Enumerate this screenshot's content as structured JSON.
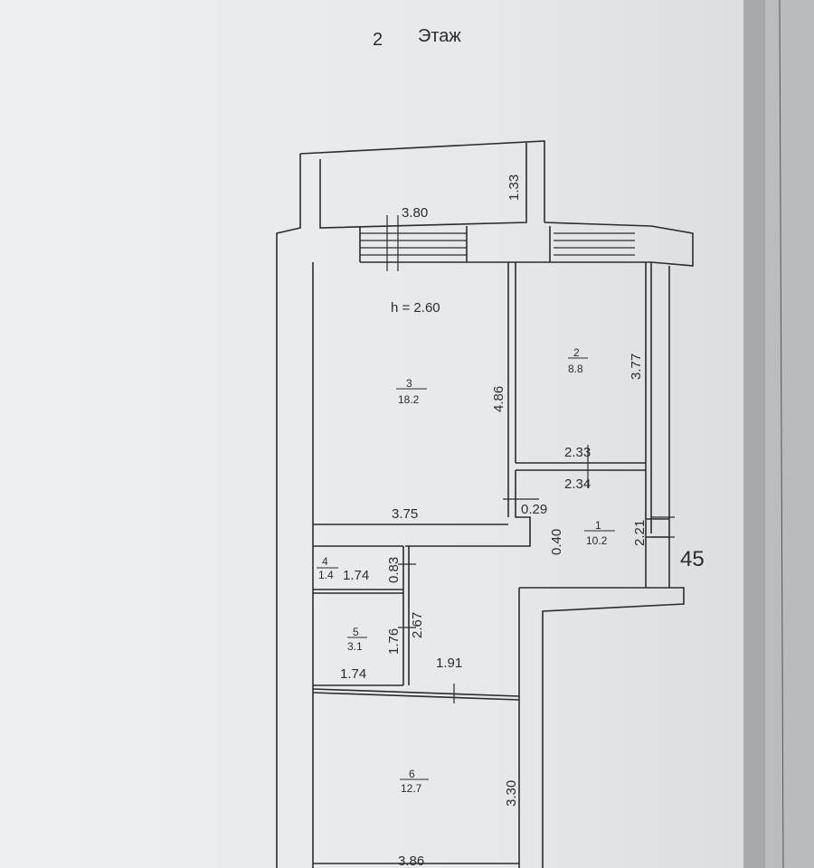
{
  "header": {
    "floor_number": "2",
    "floor_word": "Этаж"
  },
  "ceiling_height": "h = 2.60",
  "page_number": "45",
  "colors": {
    "paper": "#eceef0",
    "ink": "#2a2c30",
    "shadow": "#6d6f73"
  },
  "rooms": [
    {
      "number": "3",
      "area": "18.2"
    },
    {
      "number": "2",
      "area": "8.8"
    },
    {
      "number": "1",
      "area": "10.2"
    },
    {
      "number": "4",
      "area": "1.4"
    },
    {
      "number": "5",
      "area": "3.1"
    },
    {
      "number": "6",
      "area": "12.7"
    }
  ],
  "dimensions": {
    "balcony_width": "3.80",
    "balcony_depth": "1.33",
    "room3_height": "4.86",
    "room3_width": "3.75",
    "room2_height": "3.77",
    "room2_width": "2.33",
    "room1_width": "2.34",
    "room1_height": "2.21",
    "step_small": "0.29",
    "step_depth": "0.40",
    "room4_width": "1.74",
    "room4_height": "0.83",
    "room5_height": "1.76",
    "room5_width": "1.74",
    "corridor_height": "2.67",
    "corridor_width": "1.91",
    "room6_height": "3.30",
    "room6_width": "3.86"
  }
}
